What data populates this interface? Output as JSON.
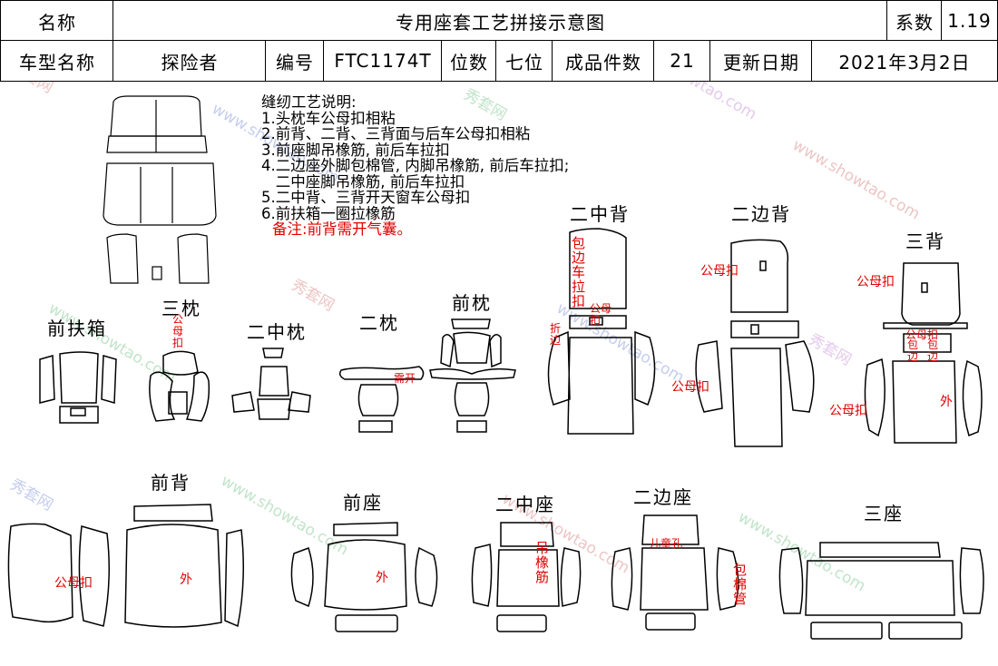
{
  "header": {
    "name_label": "名称",
    "doc_title": "专用座套工艺拼接示意图",
    "coef_label": "系数",
    "coef_value": "1.19",
    "model_label": "车型名称",
    "model_value": "探险者",
    "code_label": "编号",
    "code_value": "FTC1174T",
    "seats_label": "位数",
    "seats_value": "七位",
    "pieces_label": "成品件数",
    "pieces_value": "21",
    "update_label": "更新日期",
    "update_value": "2021年3月2日"
  },
  "notes": {
    "heading": "缝纫工艺说明:",
    "lines": [
      "1.头枕车公母扣相粘",
      "2.前背、二背、三背面与后车公母扣相粘",
      "3.前座脚吊橡筋, 前后车拉扣",
      "4.二边座外脚包棉管, 内脚吊橡筋, 前后车拉扣;",
      "   二中座脚吊橡筋, 前后车拉扣",
      "5.二中背、三背开天窗车公母扣",
      "6.前扶箱一圈拉橡筋"
    ],
    "remark": "备注:前背需开气囊。"
  },
  "titles": {
    "front_armrest": "前扶箱",
    "third_headrest": "三枕",
    "second_mid_headrest": "二中枕",
    "second_headrest": "二枕",
    "front_headrest": "前枕",
    "second_mid_back": "二中背",
    "second_side_back": "二边背",
    "third_back": "三背",
    "front_back": "前背",
    "front_seat": "前座",
    "second_mid_seat": "二中座",
    "second_side_seat": "二边座",
    "third_seat": "三座"
  },
  "labels": {
    "male_female_snap": "公母扣",
    "hole_open": "需开",
    "wrap_edge_pull": "包边车拉扣",
    "fold_edge": "折边",
    "outer": "外",
    "elastic": "吊橡筋",
    "child_hole": "儿童孔",
    "cotton_tube": "包棉管",
    "wrap_edge": "包边"
  },
  "watermark": {
    "brand": "秀套网",
    "url": "www.showtao.com"
  }
}
